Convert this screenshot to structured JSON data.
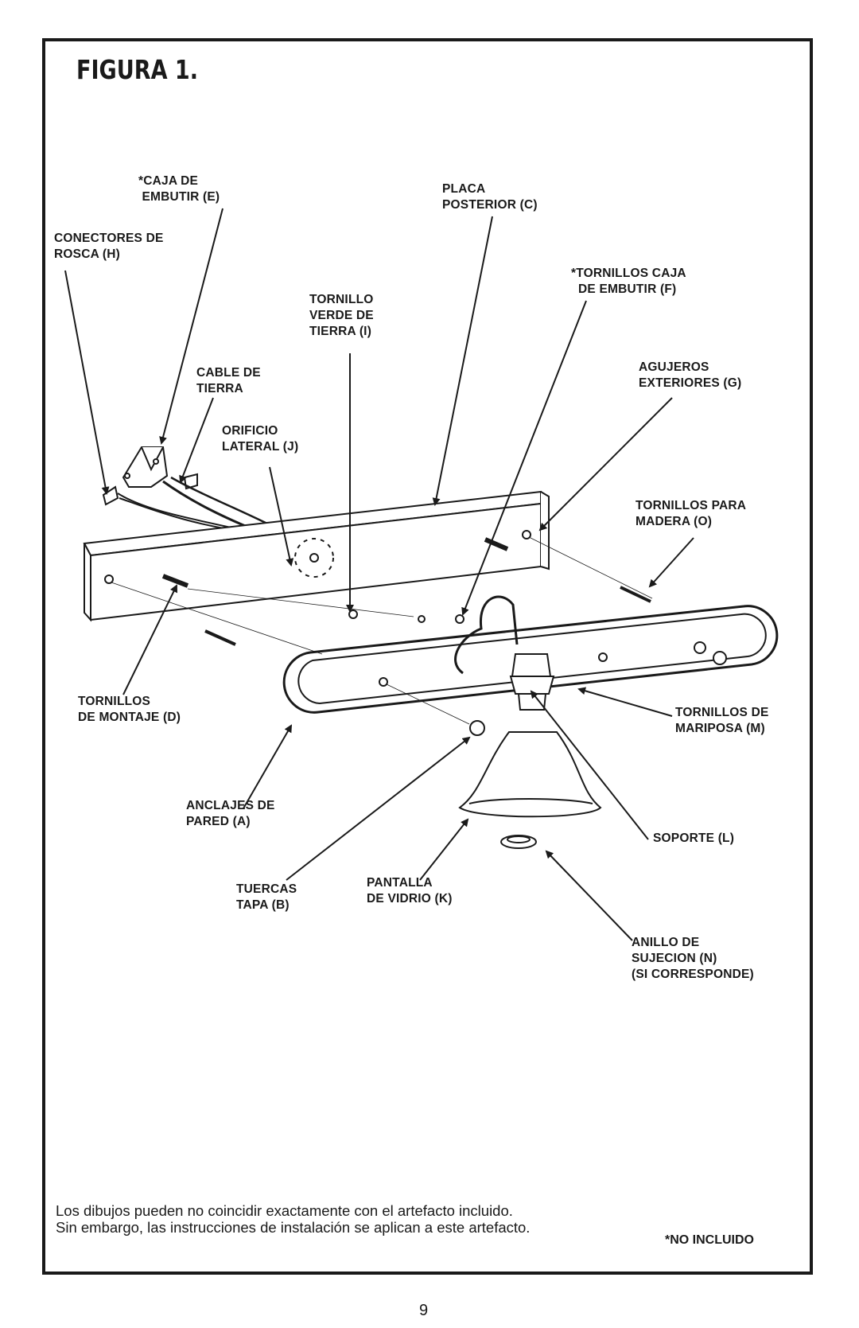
{
  "figure_title": "FIGURA 1.",
  "labels": {
    "caja": "*CAJA DE\n EMBUTIR (E)",
    "conectores": "CONECTORES DE\nROSCA (H)",
    "placa": "PLACA\nPOSTERIOR (C)",
    "tornillos_caja": "*TORNILLOS CAJA\n  DE EMBUTIR (F)",
    "tornillo_verde": "TORNILLO\nVERDE DE\nTIERRA (I)",
    "cable": "CABLE DE\nTIERRA",
    "agujeros": "AGUJEROS\nEXTERIORES (G)",
    "orificio": "ORIFICIO\nLATERAL (J)",
    "tornillos_madera": "TORNILLOS PARA\nMADERA (O)",
    "tornillos_montaje": "TORNILLOS\nDE MONTAJE (D)",
    "tornillos_mariposa": "TORNILLOS DE\nMARIPOSA (M)",
    "anclajes": "ANCLAJES DE\nPARED (A)",
    "soporte": "SOPORTE (L)",
    "tuercas": "TUERCAS\nTAPA (B)",
    "pantalla": "PANTALLA\nDE VIDRIO (K)",
    "anillo": "ANILLO DE\nSUJECION (N)\n(SI CORRESPONDE)"
  },
  "footer_note": "Los dibujos pueden no coincidir exactamente con el artefacto incluido.\nSin embargo, las instrucciones de instalación se aplican a este artefacto.",
  "no_incluido": "*NO INCLUIDO",
  "page_number": "9"
}
